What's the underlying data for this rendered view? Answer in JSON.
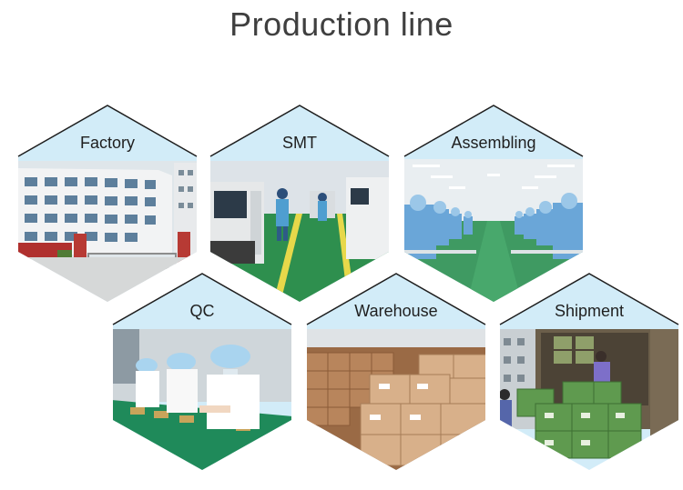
{
  "page": {
    "title": "Production line"
  },
  "colors": {
    "cap": "#d2ecf8",
    "stroke": "#1e1e1e",
    "title": "#3f3f3f"
  },
  "tiles": [
    {
      "label": "Factory",
      "scene": "factory"
    },
    {
      "label": "SMT",
      "scene": "smt"
    },
    {
      "label": "Assembling",
      "scene": "assembling"
    },
    {
      "label": "QC",
      "scene": "qc"
    },
    {
      "label": "Warehouse",
      "scene": "warehouse"
    },
    {
      "label": "Shipment",
      "scene": "shipment"
    }
  ]
}
